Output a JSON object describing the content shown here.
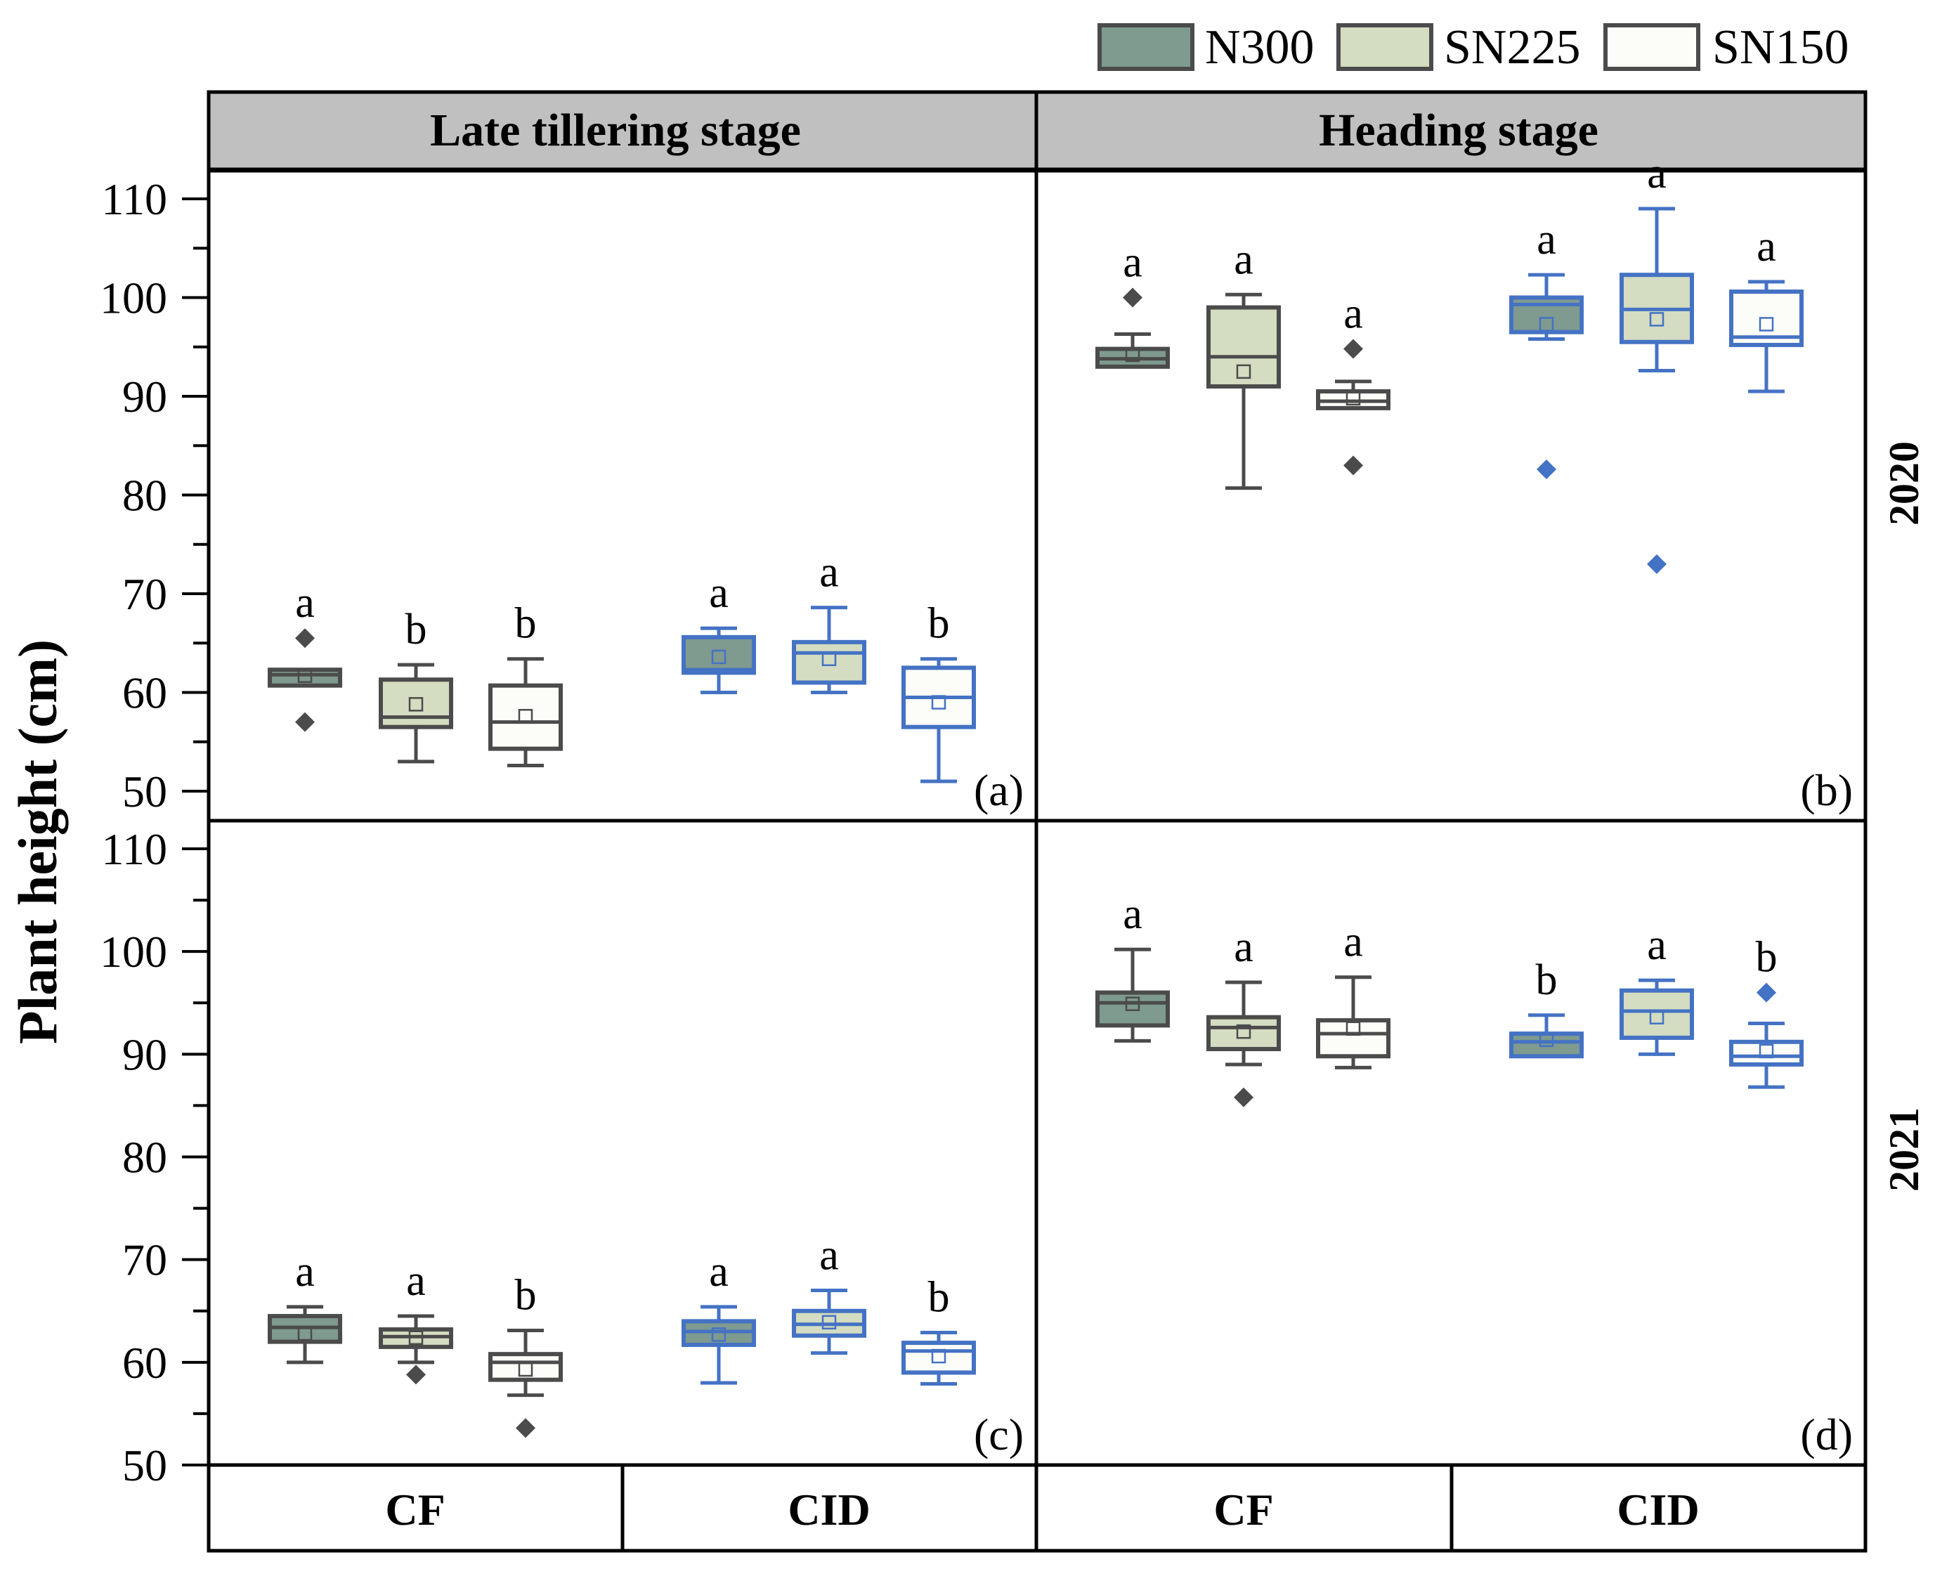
{
  "legend": [
    {
      "label": "N300",
      "fill": "#7f9a8f"
    },
    {
      "label": "SN225",
      "fill": "#d4dcc1"
    },
    {
      "label": "SN150",
      "fill": "#fcfdf8"
    }
  ],
  "colors": {
    "cf_stroke": "#4b4b4b",
    "cid_stroke": "#4472c4",
    "header_fill": "#c0c0c0",
    "frame": "#000000"
  },
  "y_axis": {
    "label": "Plant height (cm)",
    "ticks": [
      50,
      60,
      70,
      80,
      90,
      100,
      110
    ]
  },
  "columns": [
    "Late tillering stage",
    "Heading stage"
  ],
  "rows": [
    "2020",
    "2021"
  ],
  "groups": [
    "CF",
    "CID"
  ],
  "chart_data": [
    {
      "type": "box",
      "panel_label": "(a)",
      "stage": "Late tillering stage",
      "year": "2020",
      "ylim": [
        50,
        110
      ],
      "boxes": [
        {
          "group": "CF",
          "treatment": "N300",
          "min": 60.7,
          "q1": 60.7,
          "median": 61.8,
          "q3": 62.3,
          "max": 62.3,
          "mean": 61.7,
          "outliers": [
            65.5,
            57.0
          ],
          "letter": "a"
        },
        {
          "group": "CF",
          "treatment": "SN225",
          "min": 53.0,
          "q1": 56.5,
          "median": 57.5,
          "q3": 61.3,
          "max": 62.8,
          "mean": 58.8,
          "outliers": [],
          "letter": "b"
        },
        {
          "group": "CF",
          "treatment": "SN150",
          "min": 52.6,
          "q1": 54.3,
          "median": 57.0,
          "q3": 60.7,
          "max": 63.4,
          "mean": 57.6,
          "outliers": [],
          "letter": "b"
        },
        {
          "group": "CID",
          "treatment": "N300",
          "min": 60.0,
          "q1": 62.0,
          "median": 62.3,
          "q3": 65.6,
          "max": 66.5,
          "mean": 63.6,
          "outliers": [],
          "letter": "a"
        },
        {
          "group": "CID",
          "treatment": "SN225",
          "min": 60.0,
          "q1": 61.0,
          "median": 64.0,
          "q3": 65.1,
          "max": 68.6,
          "mean": 63.4,
          "outliers": [],
          "letter": "a"
        },
        {
          "group": "CID",
          "treatment": "SN150",
          "min": 51.0,
          "q1": 56.5,
          "median": 59.5,
          "q3": 62.5,
          "max": 63.4,
          "mean": 59.0,
          "outliers": [],
          "letter": "b"
        }
      ]
    },
    {
      "type": "box",
      "panel_label": "(b)",
      "stage": "Heading stage",
      "year": "2020",
      "ylim": [
        50,
        110
      ],
      "boxes": [
        {
          "group": "CF",
          "treatment": "N300",
          "min": 93.0,
          "q1": 93.0,
          "median": 93.8,
          "q3": 94.8,
          "max": 96.3,
          "mean": 94.2,
          "outliers": [
            100.0
          ],
          "letter": "a"
        },
        {
          "group": "CF",
          "treatment": "SN225",
          "min": 80.7,
          "q1": 91.0,
          "median": 94.0,
          "q3": 99.0,
          "max": 100.3,
          "mean": 92.5,
          "outliers": [],
          "letter": "a"
        },
        {
          "group": "CF",
          "treatment": "SN150",
          "min": 88.8,
          "q1": 88.8,
          "median": 89.5,
          "q3": 90.5,
          "max": 91.5,
          "mean": 89.8,
          "outliers": [
            94.8,
            83.0
          ],
          "letter": "a"
        },
        {
          "group": "CID",
          "treatment": "N300",
          "min": 95.8,
          "q1": 96.5,
          "median": 99.3,
          "q3": 100.0,
          "max": 102.3,
          "mean": 97.3,
          "outliers": [
            82.6
          ],
          "letter": "a"
        },
        {
          "group": "CID",
          "treatment": "SN225",
          "min": 92.6,
          "q1": 95.5,
          "median": 98.8,
          "q3": 102.3,
          "max": 109.0,
          "mean": 97.8,
          "outliers": [
            73.0
          ],
          "letter": "a"
        },
        {
          "group": "CID",
          "treatment": "SN150",
          "min": 90.5,
          "q1": 95.2,
          "median": 96.0,
          "q3": 100.6,
          "max": 101.6,
          "mean": 97.3,
          "outliers": [],
          "letter": "a"
        }
      ]
    },
    {
      "type": "box",
      "panel_label": "(c)",
      "stage": "Late tillering stage",
      "year": "2021",
      "ylim": [
        50,
        110
      ],
      "boxes": [
        {
          "group": "CF",
          "treatment": "N300",
          "min": 60.0,
          "q1": 62.0,
          "median": 63.4,
          "q3": 64.5,
          "max": 65.4,
          "mean": 62.8,
          "outliers": [],
          "letter": "a"
        },
        {
          "group": "CF",
          "treatment": "SN225",
          "min": 60.0,
          "q1": 61.5,
          "median": 62.5,
          "q3": 63.2,
          "max": 64.5,
          "mean": 62.4,
          "outliers": [
            58.8
          ],
          "letter": "a"
        },
        {
          "group": "CF",
          "treatment": "SN150",
          "min": 56.8,
          "q1": 58.3,
          "median": 60.0,
          "q3": 60.8,
          "max": 63.1,
          "mean": 59.3,
          "outliers": [
            53.6
          ],
          "letter": "b"
        },
        {
          "group": "CID",
          "treatment": "N300",
          "min": 58.0,
          "q1": 61.7,
          "median": 63.0,
          "q3": 64.0,
          "max": 65.4,
          "mean": 62.7,
          "outliers": [],
          "letter": "a"
        },
        {
          "group": "CID",
          "treatment": "SN225",
          "min": 60.9,
          "q1": 62.6,
          "median": 63.7,
          "q3": 65.0,
          "max": 67.0,
          "mean": 63.9,
          "outliers": [],
          "letter": "a"
        },
        {
          "group": "CID",
          "treatment": "SN150",
          "min": 57.9,
          "q1": 59.0,
          "median": 61.1,
          "q3": 61.9,
          "max": 62.9,
          "mean": 60.6,
          "outliers": [],
          "letter": "b"
        }
      ]
    },
    {
      "type": "box",
      "panel_label": "(d)",
      "stage": "Heading stage",
      "year": "2021",
      "ylim": [
        50,
        110
      ],
      "boxes": [
        {
          "group": "CF",
          "treatment": "N300",
          "min": 91.3,
          "q1": 92.8,
          "median": 95.0,
          "q3": 96.0,
          "max": 100.2,
          "mean": 94.9,
          "outliers": [],
          "letter": "a"
        },
        {
          "group": "CF",
          "treatment": "SN225",
          "min": 89.0,
          "q1": 90.5,
          "median": 92.6,
          "q3": 93.6,
          "max": 97.0,
          "mean": 92.2,
          "outliers": [
            85.8
          ],
          "letter": "a"
        },
        {
          "group": "CF",
          "treatment": "SN150",
          "min": 88.7,
          "q1": 89.8,
          "median": 92.0,
          "q3": 93.3,
          "max": 97.5,
          "mean": 92.5,
          "outliers": [],
          "letter": "a"
        },
        {
          "group": "CID",
          "treatment": "N300",
          "min": 89.8,
          "q1": 89.8,
          "median": 91.2,
          "q3": 92.0,
          "max": 93.8,
          "mean": 91.4,
          "outliers": [],
          "letter": "b"
        },
        {
          "group": "CID",
          "treatment": "SN225",
          "min": 90.0,
          "q1": 91.6,
          "median": 94.2,
          "q3": 96.2,
          "max": 97.2,
          "mean": 93.6,
          "outliers": [],
          "letter": "a"
        },
        {
          "group": "CID",
          "treatment": "SN150",
          "min": 86.8,
          "q1": 89.0,
          "median": 89.8,
          "q3": 91.2,
          "max": 93.0,
          "mean": 90.3,
          "outliers": [
            96.0
          ],
          "letter": "b"
        }
      ]
    }
  ]
}
